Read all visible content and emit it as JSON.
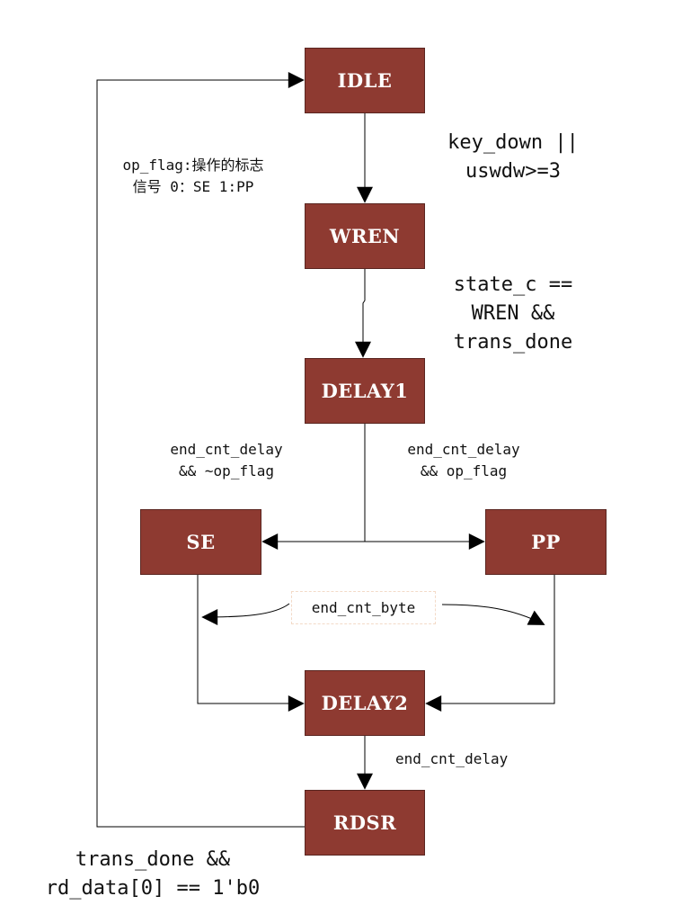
{
  "states": {
    "idle": "IDLE",
    "wren": "WREN",
    "delay1": "DELAY1",
    "se": "SE",
    "pp": "PP",
    "delay2": "DELAY2",
    "rdsr": "RDSR"
  },
  "transitions": {
    "idle_to_wren": "key_down ||\nuswdw>=3",
    "wren_to_delay1": "state_c ==\nWREN &&\ntrans_done",
    "delay1_to_se": "end_cnt_delay\n&& ~op_flag",
    "delay1_to_pp": "end_cnt_delay\n&& op_flag",
    "se_pp_to_delay2": "end_cnt_byte",
    "delay2_to_rdsr": "end_cnt_delay",
    "rdsr_to_idle": "trans_done &&\nrd_data[0] == 1'b0"
  },
  "notes": {
    "op_flag": "op_flag:操作的标志\n信号 0：SE 1:PP"
  },
  "colors": {
    "state_fill": "#8e3a31",
    "state_text": "#ffffff",
    "line": "#000000",
    "dashed_box": "#f3dac8"
  }
}
